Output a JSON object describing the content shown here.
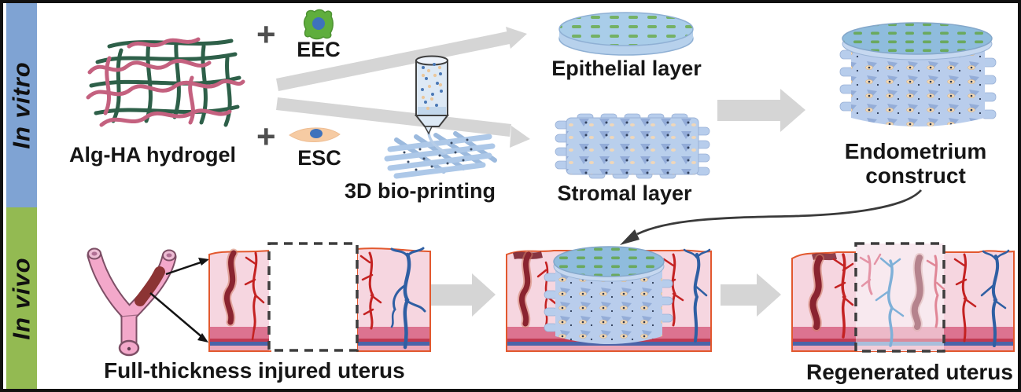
{
  "sidebar": {
    "in_vitro": {
      "label": "In vitro",
      "color": "#7fa3d3"
    },
    "in_vivo": {
      "label": "In vivo",
      "color": "#93ba52"
    }
  },
  "labels": {
    "hydrogel": "Alg-HA hydrogel",
    "plus": "+",
    "eec": "EEC",
    "esc": "ESC",
    "bioprinting": "3D bio-printing",
    "epithelial": "Epithelial layer",
    "stromal": "Stromal layer",
    "construct_line1": "Endometrium",
    "construct_line2": "construct",
    "injured": "Full-thickness injured uterus",
    "regenerated": "Regenerated uterus"
  },
  "icons": {
    "hydrogel_network": "tangled-polymer-mesh-icon",
    "eec_cell": "green-epithelial-cell-icon",
    "esc_cell": "orange-stromal-cell-icon",
    "syringe": "bioprinter-syringe-icon",
    "printed_lattice": "printed-lattice-icon",
    "epithelial_disc": "cell-laden-disc-icon",
    "stromal_cube": "lattice-scaffold-icon",
    "endometrium_construct": "layered-cylinder-scaffold-icon",
    "uterus": "bicornuate-uterus-icon",
    "injured_tissue": "tissue-section-with-defect-icon",
    "implanted_tissue": "tissue-section-with-construct-icon",
    "regenerated_tissue": "tissue-section-regenerated-icon",
    "flow_arrow": "gray-process-arrow-icon",
    "implant_arrow": "curved-black-arrow-icon"
  },
  "colors": {
    "sidebar_blue": "#7fa3d3",
    "sidebar_green": "#93ba52",
    "arrow_gray": "#d5d5d5",
    "hydrogel_green": "#2e6049",
    "hydrogel_pink": "#c4617f",
    "eec_green": "#5fae3d",
    "esc_peach": "#f6cba3",
    "nucleus_blue": "#3e72bc",
    "scaffold_blue": "#b9cfec",
    "construct_top_blue": "#8fbcdd",
    "tissue_pink": "#f6d6e0",
    "tissue_border": "#e2582e",
    "vessel_red": "#c42222",
    "vessel_dark_red": "#8a2430",
    "vessel_blue": "#2f5fa3",
    "regen_vessel_blue": "#7fb0d8",
    "text": "#161616"
  }
}
